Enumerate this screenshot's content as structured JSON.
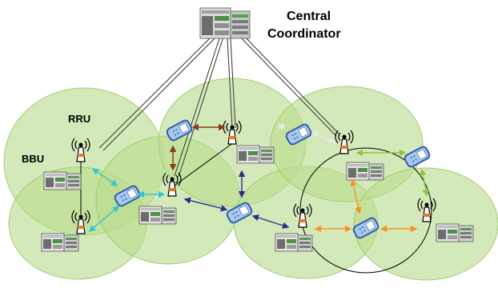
{
  "labels": {
    "coordinator_line1": "Central",
    "coordinator_line2": "Coordinator",
    "rru": "RRU",
    "bbu": "BBU"
  },
  "colors": {
    "cell_fill": "#b9dc8e",
    "cell_stroke": "#9cc46a",
    "fronthaul_line": "#333333",
    "arrow_cyan": "#31c7d4",
    "arrow_brown": "#8b3a1a",
    "arrow_navy": "#2b2e8c",
    "arrow_white": "#e8e8e8",
    "arrow_lime": "#8cc63f",
    "arrow_orange": "#f7941d"
  },
  "icons": {
    "server": "server-rack-icon",
    "antenna": "antenna-tower-icon",
    "bbu": "baseband-unit-icon",
    "phone": "mobile-phone-icon"
  }
}
